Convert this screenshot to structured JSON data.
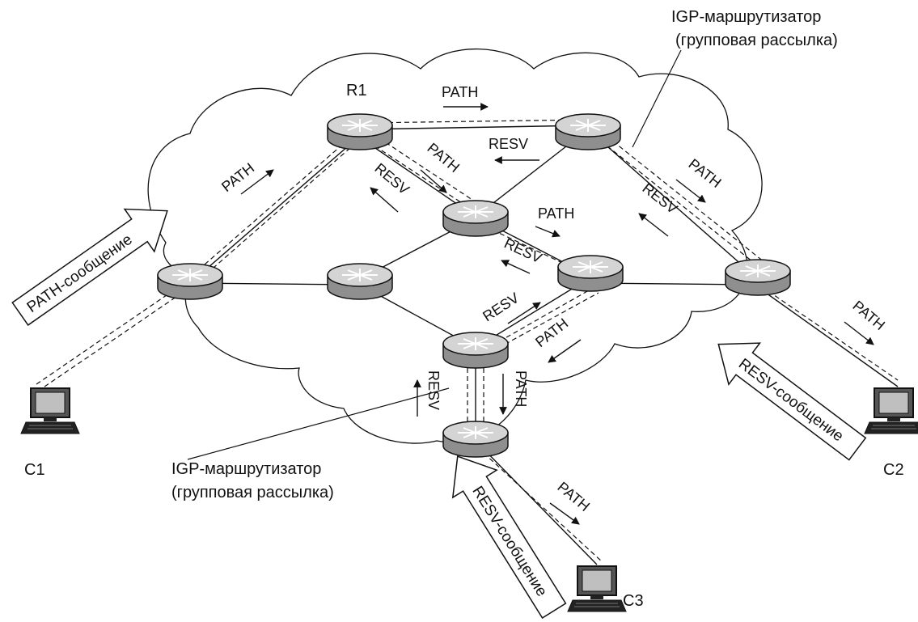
{
  "colors": {
    "ink": "#111111",
    "router_top": "#cfcfcf",
    "router_side": "#8f8f8f",
    "background": "#ffffff"
  },
  "labels": {
    "r1": "R1",
    "c1": "C1",
    "c2": "C2",
    "c3": "C3",
    "igp_top_line1": "IGP-маршрутизатор",
    "igp_top_line2": "(групповая рассылка)",
    "igp_bottom_line1": "IGP-маршрутизатор",
    "igp_bottom_line2": "(групповая рассылка)"
  },
  "big_arrows": {
    "path_message": "PATH-сообщение",
    "resv_message_right": "RESV-сообщение",
    "resv_message_bottom": "RESV-сообщение"
  },
  "path_label": "PATH",
  "resv_label": "RESV",
  "icons": [
    "router-icon",
    "computer-icon"
  ]
}
